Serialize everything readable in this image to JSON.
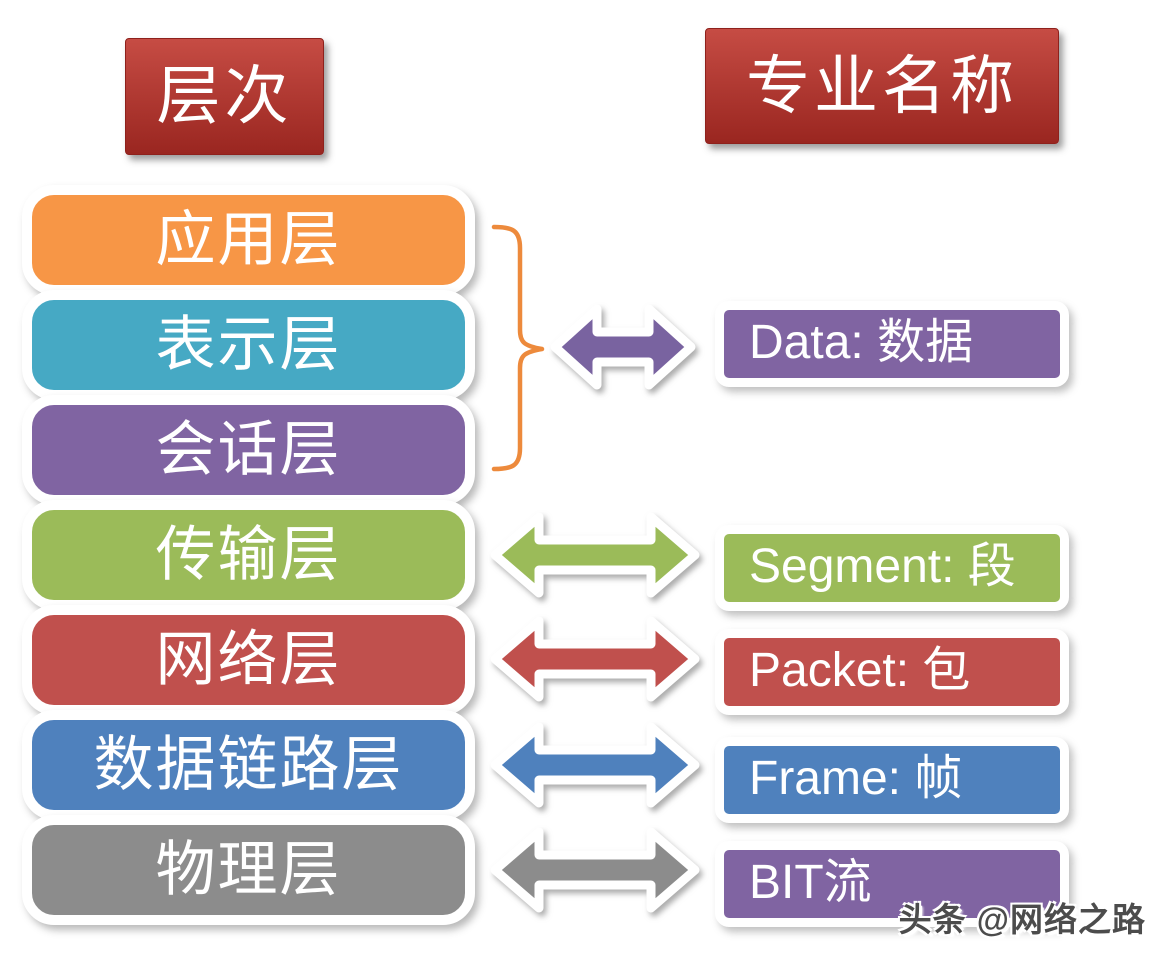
{
  "headers": {
    "left_label": "层次",
    "right_label": "专业名称",
    "bg_top": "#c64c44",
    "bg_bottom": "#9a2620"
  },
  "layers": [
    {
      "label": "应用层",
      "color": "#F79646"
    },
    {
      "label": "表示层",
      "color": "#46A9C4"
    },
    {
      "label": "会话层",
      "color": "#8064A2"
    },
    {
      "label": "传输层",
      "color": "#9BBB59"
    },
    {
      "label": "网络层",
      "color": "#C0504D"
    },
    {
      "label": "数据链路层",
      "color": "#4F81BD"
    },
    {
      "label": "物理层",
      "color": "#8C8C8C"
    }
  ],
  "pdus": [
    {
      "label": "Data: 数据",
      "color": "#8064A2"
    },
    {
      "label": "Segment: 段",
      "color": "#9BBB59"
    },
    {
      "label": "Packet: 包",
      "color": "#C0504D"
    },
    {
      "label": "Frame: 帧",
      "color": "#4F81BD"
    },
    {
      "label": "BIT流",
      "color": "#8064A2"
    }
  ],
  "arrows": [
    {
      "name": "data",
      "color": "#7963A0"
    },
    {
      "name": "segment",
      "color": "#9BBB59"
    },
    {
      "name": "packet",
      "color": "#C0504D"
    },
    {
      "name": "frame",
      "color": "#4F81BD"
    },
    {
      "name": "bitstream",
      "color": "#8C8C8C"
    }
  ],
  "brace": {
    "color": "#ED8A3C"
  },
  "watermark": {
    "text": "头条 @网络之路",
    "color": "#4c4c4c"
  }
}
